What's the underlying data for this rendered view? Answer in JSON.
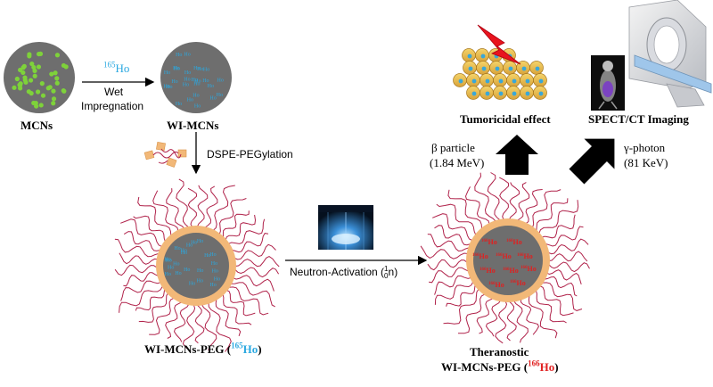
{
  "labels": {
    "mcns": "MCNs",
    "wi_mcns": "WI-MCNs",
    "ho165_mass": "165",
    "ho_symbol": "Ho",
    "wet": "Wet",
    "impregnation": "Impregnation",
    "pegylation": "DSPE-PEGylation",
    "peg_prefix": "WI-MCNs-PEG (",
    "peg_suffix": ")",
    "neutron_activation": "Neutron-Activation (",
    "neutron_mass": "1",
    "neutron_charge": "0",
    "neutron_symbol": "n",
    "neutron_close": ")",
    "theranostic": "Theranostic",
    "ho166_mass": "166",
    "tumoricidal": "Tumoricidal effect",
    "spect": "SPECT/CT Imaging",
    "beta_particle": "β  particle",
    "beta_energy": "(1.84 MeV)",
    "gamma_photon": "γ-photon",
    "gamma_energy": "(81 KeV)"
  },
  "colors": {
    "core_gray": "#6e6e6e",
    "dot_green": "#7ed23a",
    "ho165_blue": "#2aa8e0",
    "ho166_red": "#e02020",
    "shell_orange": "#f2b878",
    "peg_chain": "#b0224a",
    "arrow": "#000000"
  }
}
